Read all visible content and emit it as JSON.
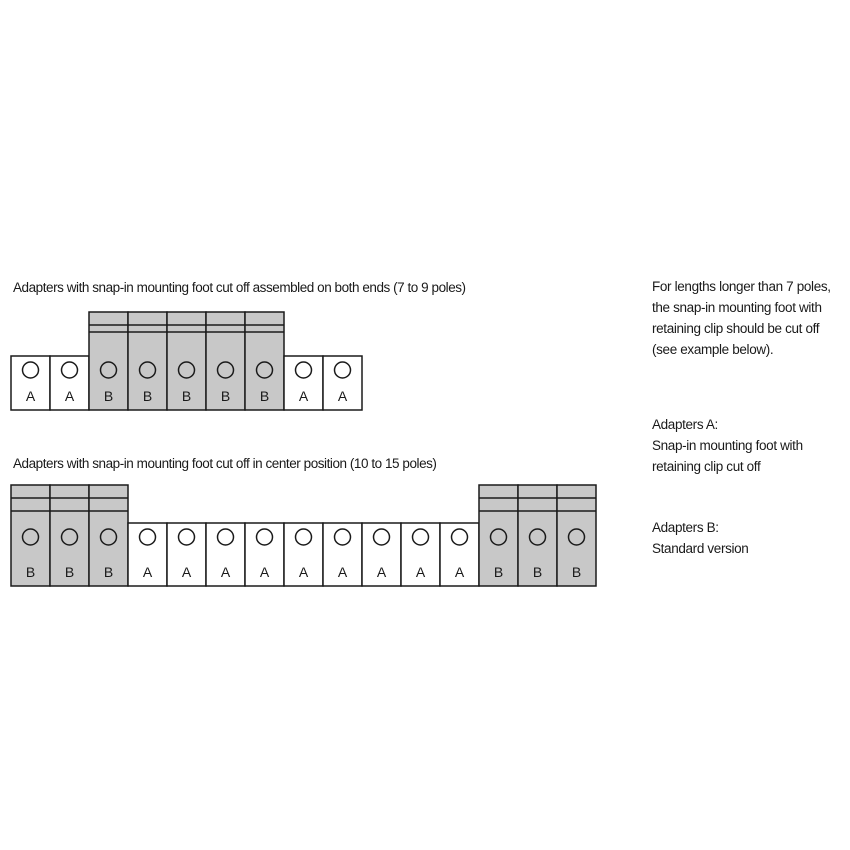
{
  "diagram1": {
    "caption": "Adapters with snap-in mounting foot cut off assembled on both ends (7 to 9 poles)",
    "modules": [
      "A",
      "A",
      "B",
      "B",
      "B",
      "B",
      "B",
      "A",
      "A"
    ]
  },
  "diagram2": {
    "caption": "Adapters with snap-in mounting foot cut off in center position (10 to 15 poles)",
    "modules": [
      "B",
      "B",
      "B",
      "A",
      "A",
      "A",
      "A",
      "A",
      "A",
      "A",
      "A",
      "A",
      "B",
      "B",
      "B"
    ]
  },
  "notes": {
    "long_lengths": [
      "For lengths longer than 7 poles,",
      "the snap-in mounting foot with",
      "retaining clip should be cut off",
      "(see example below)."
    ],
    "adapters_a": [
      "Adapters A:",
      "Snap-in mounting foot with",
      "retaining clip cut off"
    ],
    "adapters_b": [
      "Adapters B:",
      "Standard version"
    ]
  },
  "colors": {
    "type_b_fill": "#c8c8c8",
    "type_a_fill": "#ffffff",
    "stroke": "#1a1a1a"
  }
}
